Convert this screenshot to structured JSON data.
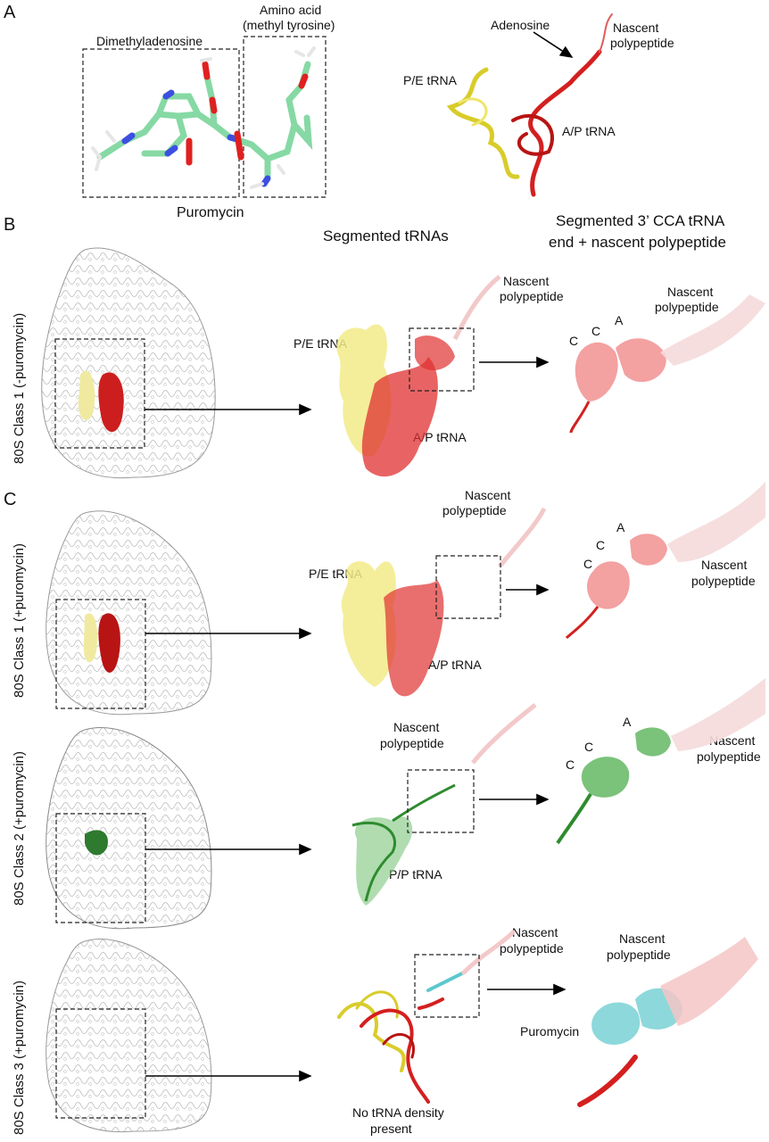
{
  "panels": {
    "A": {
      "letter": "A",
      "dimethyladenosine": "Dimethyladenosine",
      "amino_acid_line1": "Amino acid",
      "amino_acid_line2": "(methyl tyrosine)",
      "puromycin": "Puromycin",
      "adenosine": "Adenosine",
      "nascent_line1": "Nascent",
      "nascent_line2": "polypeptide",
      "pe_trna": "P/E tRNA",
      "ap_trna": "A/P tRNA"
    },
    "B": {
      "letter": "B",
      "header_mid": "Segmented tRNAs",
      "header_right_line1": "Segmented 3’ CCA tRNA",
      "header_right_line2": "end + nascent polypeptide",
      "row_label": "80S Class 1 (-puromycin)",
      "nascent_line1": "Nascent",
      "nascent_line2": "polypeptide",
      "pe_trna": "P/E tRNA",
      "ap_trna": "A/P tRNA",
      "c1": "C",
      "c2": "C",
      "a": "A",
      "zoom_nascent_line1": "Nascent",
      "zoom_nascent_line2": "polypeptide"
    },
    "C": {
      "letter": "C",
      "row1": {
        "row_label": "80S Class 1 (+puromycin)",
        "nascent_line1": "Nascent",
        "nascent_line2": "polypeptide",
        "pe_trna": "P/E tRNA",
        "ap_trna": "A/P tRNA",
        "c1": "C",
        "c2": "C",
        "a": "A",
        "zoom_nascent_line1": "Nascent",
        "zoom_nascent_line2": "polypeptide"
      },
      "row2": {
        "row_label": "80S Class 2 (+puromycin)",
        "nascent_line1": "Nascent",
        "nascent_line2": "polypeptide",
        "pp_trna": "P/P tRNA",
        "c1": "C",
        "c2": "C",
        "a": "A",
        "zoom_nascent_line1": "Nascent",
        "zoom_nascent_line2": "polypeptide"
      },
      "row3": {
        "row_label": "80S Class 3 (+puromycin)",
        "nascent_line1": "Nascent",
        "nascent_line2": "polypeptide",
        "no_density_line1": "No tRNA density",
        "no_density_line2": "present",
        "zoom_nascent_line1": "Nascent",
        "zoom_nascent_line2": "polypeptide",
        "puromycin": "Puromycin"
      }
    }
  },
  "colors": {
    "trna_yellow": "#e8e05a",
    "trna_red": "#d41f1f",
    "trna_green": "#2e8b2e",
    "puromycin_cyan": "#5cc8cc",
    "polypeptide_pink": "#f3c9c9",
    "carbon_green": "#86d9a4",
    "nitrogen_blue": "#3c4fe0",
    "oxygen_red": "#e02020"
  }
}
